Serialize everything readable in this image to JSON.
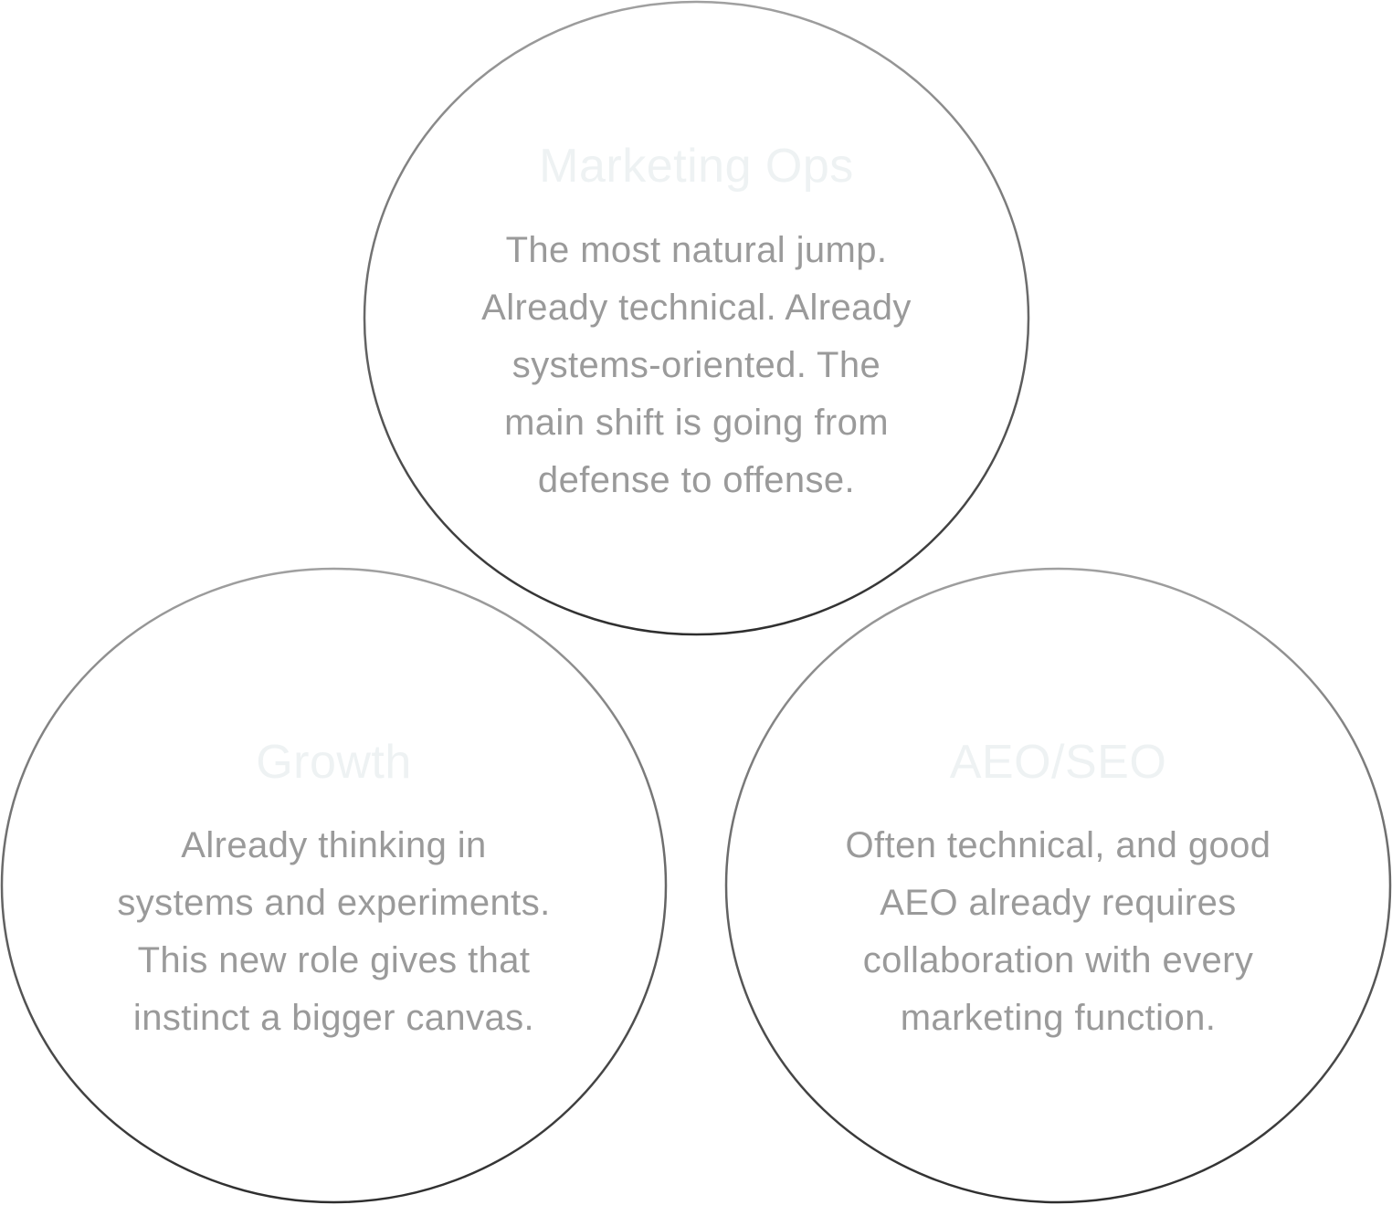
{
  "stroke_colors": {
    "top_light": "#a0a0a0",
    "bottom_dark": "#2e2e2e"
  },
  "title_color": "#eef2f3",
  "text_color": "#9a9a9a",
  "circles": {
    "marketing_ops": {
      "title": "Marketing Ops",
      "lines": [
        "The most natural jump.",
        "Already technical. Already",
        "systems-oriented. The",
        "main shift is going from",
        "defense to offense."
      ]
    },
    "growth": {
      "title": "Growth",
      "lines": [
        "Already thinking in",
        "systems and experiments.",
        "This new role gives that",
        "instinct a bigger canvas."
      ]
    },
    "aeo_seo": {
      "title": "AEO/SEO",
      "lines": [
        "Often technical, and good",
        "AEO already requires",
        "collaboration with every",
        "marketing function."
      ]
    }
  }
}
